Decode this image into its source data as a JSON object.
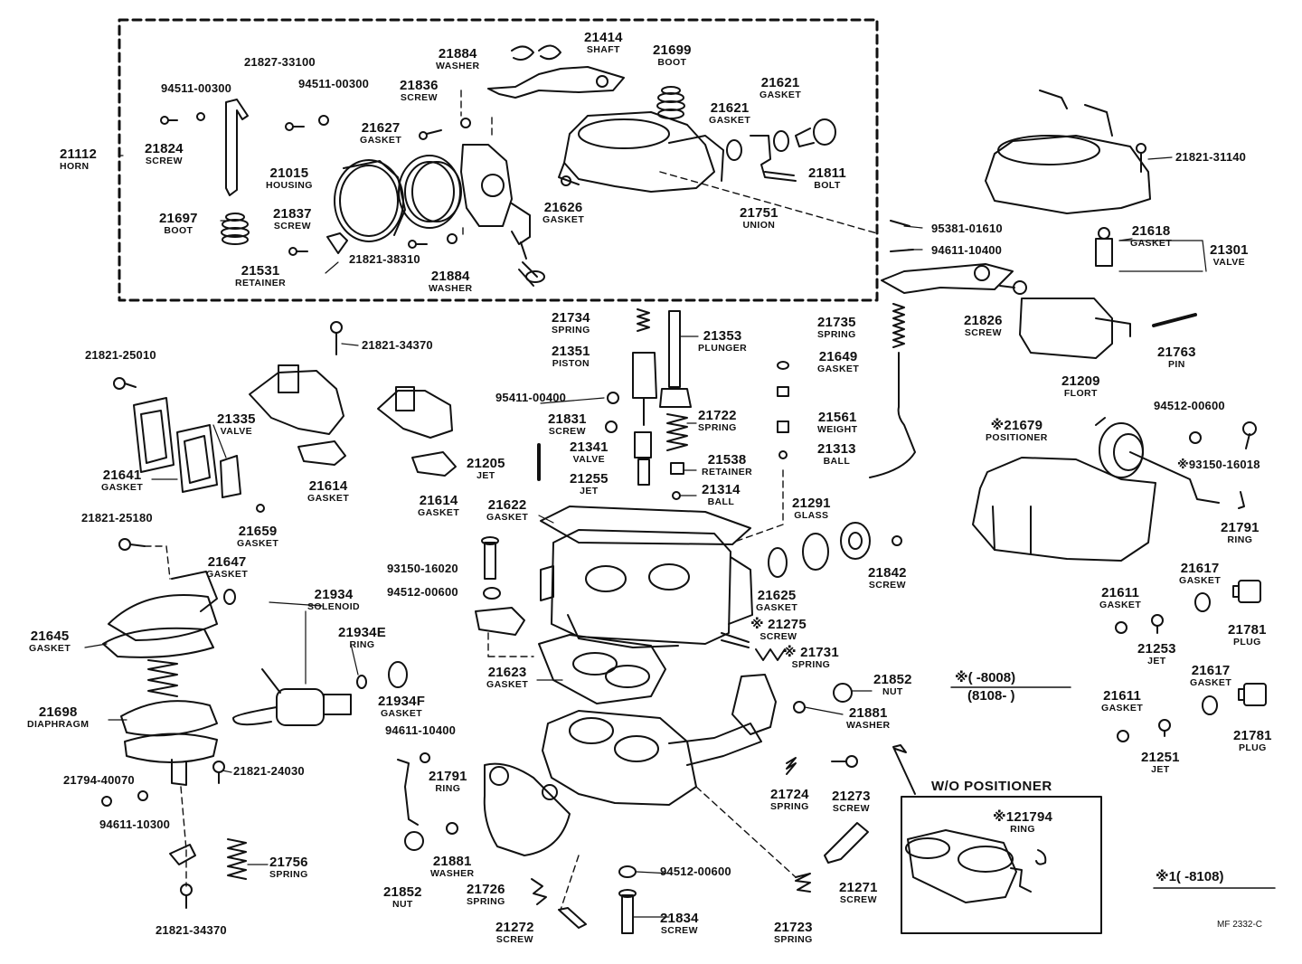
{
  "parts": [
    {
      "id": "p01",
      "num": "21112",
      "name": "HORN"
    },
    {
      "id": "p02",
      "num": "94511-00300",
      "name": ""
    },
    {
      "id": "p03",
      "num": "21827-33100",
      "name": ""
    },
    {
      "id": "p04",
      "num": "94511-00300",
      "name": ""
    },
    {
      "id": "p05",
      "num": "21824",
      "name": "SCREW"
    },
    {
      "id": "p06",
      "num": "21836",
      "name": "SCREW"
    },
    {
      "id": "p07",
      "num": "21884",
      "name": "WASHER"
    },
    {
      "id": "p08",
      "num": "21414",
      "name": "SHAFT"
    },
    {
      "id": "p09",
      "num": "21699",
      "name": "BOOT"
    },
    {
      "id": "p10",
      "num": "21621",
      "name": "GASKET"
    },
    {
      "id": "p11",
      "num": "21621",
      "name": "GASKET"
    },
    {
      "id": "p12",
      "num": "21627",
      "name": "GASKET"
    },
    {
      "id": "p13",
      "num": "21015",
      "name": "HOUSING"
    },
    {
      "id": "p14",
      "num": "21811",
      "name": "BOLT"
    },
    {
      "id": "p15",
      "num": "21626",
      "name": "GASKET"
    },
    {
      "id": "p16",
      "num": "21751",
      "name": "UNION"
    },
    {
      "id": "p17",
      "num": "21697",
      "name": "BOOT"
    },
    {
      "id": "p18",
      "num": "21837",
      "name": "SCREW"
    },
    {
      "id": "p19",
      "num": "21531",
      "name": "RETAINER"
    },
    {
      "id": "p20",
      "num": "21821-38310",
      "name": ""
    },
    {
      "id": "p21",
      "num": "21884",
      "name": "WASHER"
    },
    {
      "id": "p22",
      "num": "21821-31140",
      "name": ""
    },
    {
      "id": "p23",
      "num": "95381-01610",
      "name": ""
    },
    {
      "id": "p24",
      "num": "94611-10400",
      "name": ""
    },
    {
      "id": "p25",
      "num": "21618",
      "name": "GASKET"
    },
    {
      "id": "p26",
      "num": "21301",
      "name": "VALVE"
    },
    {
      "id": "p27",
      "num": "21826",
      "name": "SCREW"
    },
    {
      "id": "p28",
      "num": "21209",
      "name": "FLORT"
    },
    {
      "id": "p29",
      "num": "21763",
      "name": "PIN"
    },
    {
      "id": "p30",
      "num": "21821-34370",
      "name": ""
    },
    {
      "id": "p31",
      "num": "21734",
      "name": "SPRING"
    },
    {
      "id": "p32",
      "num": "21353",
      "name": "PLUNGER"
    },
    {
      "id": "p33",
      "num": "21351",
      "name": "PISTON"
    },
    {
      "id": "p34",
      "num": "21735",
      "name": "SPRING"
    },
    {
      "id": "p35",
      "num": "21649",
      "name": "GASKET"
    },
    {
      "id": "p36",
      "num": "21821-25010",
      "name": ""
    },
    {
      "id": "p37",
      "num": "95411-00400",
      "name": ""
    },
    {
      "id": "p38",
      "num": "21335",
      "name": "VALVE"
    },
    {
      "id": "p39",
      "num": "21831",
      "name": "SCREW"
    },
    {
      "id": "p40",
      "num": "21722",
      "name": "SPRING"
    },
    {
      "id": "p41",
      "num": "21561",
      "name": "WEIGHT"
    },
    {
      "id": "p42",
      "num": "94512-00600",
      "name": ""
    },
    {
      "id": "p43",
      "num": "※21679",
      "name": "POSITIONER"
    },
    {
      "id": "p44",
      "num": "21341",
      "name": "VALVE"
    },
    {
      "id": "p45",
      "num": "21313",
      "name": "BALL"
    },
    {
      "id": "p46",
      "num": "21205",
      "name": "JET"
    },
    {
      "id": "p47",
      "num": "21538",
      "name": "RETAINER"
    },
    {
      "id": "p48",
      "num": "※93150-16018",
      "name": ""
    },
    {
      "id": "p49",
      "num": "21641",
      "name": "GASKET"
    },
    {
      "id": "p50",
      "num": "21255",
      "name": "JET"
    },
    {
      "id": "p51",
      "num": "21314",
      "name": "BALL"
    },
    {
      "id": "p52",
      "num": "21614",
      "name": "GASKET"
    },
    {
      "id": "p53",
      "num": "21614",
      "name": "GASKET"
    },
    {
      "id": "p54",
      "num": "21622",
      "name": "GASKET"
    },
    {
      "id": "p55",
      "num": "21291",
      "name": "GLASS"
    },
    {
      "id": "p56",
      "num": "21821-25180",
      "name": ""
    },
    {
      "id": "p57",
      "num": "21659",
      "name": "GASKET"
    },
    {
      "id": "p58",
      "num": "21791",
      "name": "RING"
    },
    {
      "id": "p59",
      "num": "21647",
      "name": "GASKET"
    },
    {
      "id": "p60",
      "num": "93150-16020",
      "name": ""
    },
    {
      "id": "p61",
      "num": "21842",
      "name": "SCREW"
    },
    {
      "id": "p62",
      "num": "21617",
      "name": "GASKET"
    },
    {
      "id": "p63",
      "num": "94512-00600",
      "name": ""
    },
    {
      "id": "p64",
      "num": "21625",
      "name": "GASKET"
    },
    {
      "id": "p65",
      "num": "21611",
      "name": "GASKET"
    },
    {
      "id": "p66",
      "num": "21934",
      "name": "SOLENOID"
    },
    {
      "id": "p67",
      "num": "※ 21275",
      "name": "SCREW"
    },
    {
      "id": "p68",
      "num": "21781",
      "name": "PLUG"
    },
    {
      "id": "p69",
      "num": "21645",
      "name": "GASKET"
    },
    {
      "id": "p70",
      "num": "21934E",
      "name": "RING"
    },
    {
      "id": "p71",
      "num": "21253",
      "name": "JET"
    },
    {
      "id": "p72",
      "num": "※ 21731",
      "name": "SPRING"
    },
    {
      "id": "p73",
      "num": "21623",
      "name": "GASKET"
    },
    {
      "id": "p74",
      "num": "21617",
      "name": "GASKET"
    },
    {
      "id": "p75",
      "num": "21852",
      "name": "NUT"
    },
    {
      "id": "p76",
      "num": "21934F",
      "name": "GASKET"
    },
    {
      "id": "p77",
      "num": "21698",
      "name": "DIAPHRAGM"
    },
    {
      "id": "p78",
      "num": "21611",
      "name": "GASKET"
    },
    {
      "id": "p79",
      "num": "21881",
      "name": "WASHER"
    },
    {
      "id": "p80",
      "num": "94611-10400",
      "name": ""
    },
    {
      "id": "p81",
      "num": "21781",
      "name": "PLUG"
    },
    {
      "id": "p82",
      "num": "21251",
      "name": "JET"
    },
    {
      "id": "p83",
      "num": "21821-24030",
      "name": ""
    },
    {
      "id": "p84",
      "num": "21791",
      "name": "RING"
    },
    {
      "id": "p85",
      "num": "21794-40070",
      "name": ""
    },
    {
      "id": "p86",
      "num": "21724",
      "name": "SPRING"
    },
    {
      "id": "p87",
      "num": "21273",
      "name": "SCREW"
    },
    {
      "id": "p88",
      "num": "94611-10300",
      "name": ""
    },
    {
      "id": "p89",
      "num": "※121794",
      "name": "RING"
    },
    {
      "id": "p90",
      "num": "21756",
      "name": "SPRING"
    },
    {
      "id": "p91",
      "num": "21881",
      "name": "WASHER"
    },
    {
      "id": "p92",
      "num": "21852",
      "name": "NUT"
    },
    {
      "id": "p93",
      "num": "94512-00600",
      "name": ""
    },
    {
      "id": "p94",
      "num": "21271",
      "name": "SCREW"
    },
    {
      "id": "p95",
      "num": "21726",
      "name": "SPRING"
    },
    {
      "id": "p96",
      "num": "21834",
      "name": "SCREW"
    },
    {
      "id": "p97",
      "num": "21272",
      "name": "SCREW"
    },
    {
      "id": "p98",
      "num": "21723",
      "name": "SPRING"
    },
    {
      "id": "p99",
      "num": "21821-34370",
      "name": ""
    }
  ],
  "notes": {
    "range_a_line1": "※(      -8008)",
    "range_a_line2": "(8108-      )",
    "range_b": "※1(      -8108)",
    "wo_positioner": "W/O POSITIONER",
    "figure_code": "MF  2332-C"
  },
  "colors": {
    "ink": "#111111",
    "paper": "#ffffff"
  }
}
